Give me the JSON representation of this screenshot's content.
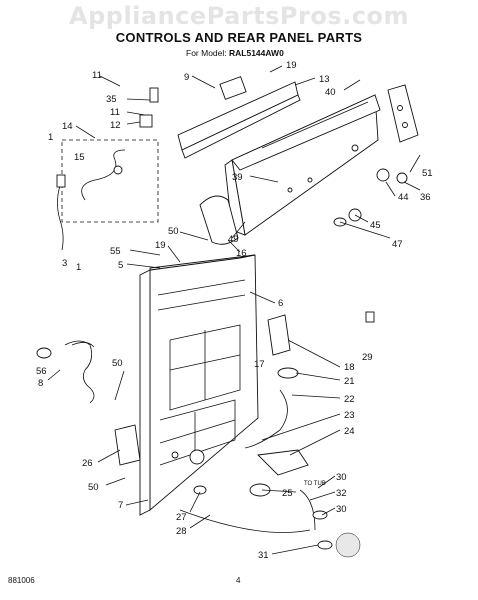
{
  "watermark": "AppliancePartsPros.com",
  "title": "CONTROLS AND REAR PANEL PARTS",
  "model_prefix": "For Model: ",
  "model_number": "RAL5144AW0",
  "footer_code": "881006",
  "page_number": "4",
  "callouts": {
    "c1a": "1",
    "c1b": "1",
    "c3": "3",
    "c5": "5",
    "c6": "6",
    "c7": "7",
    "c8": "8",
    "c9": "9",
    "c11a": "11",
    "c11b": "11",
    "c12": "12",
    "c13": "13",
    "c14": "14",
    "c15": "15",
    "c16": "16",
    "c17": "17",
    "c18": "18",
    "c19a": "19",
    "c19b": "19",
    "c21": "21",
    "c22": "22",
    "c23": "23",
    "c24": "24",
    "c25": "25",
    "c26": "26",
    "c27": "27",
    "c28": "28",
    "c29": "29",
    "c30a": "30",
    "c30b": "30",
    "c31": "31",
    "c32": "32",
    "c35": "35",
    "c36": "36",
    "c39": "39",
    "c40": "40",
    "c44": "44",
    "c45": "45",
    "c47": "47",
    "c49": "49",
    "c50a": "50",
    "c50b": "50",
    "c50c": "50",
    "c51": "51",
    "c55": "55",
    "c56": "56"
  },
  "tub_label": "TO TUB"
}
